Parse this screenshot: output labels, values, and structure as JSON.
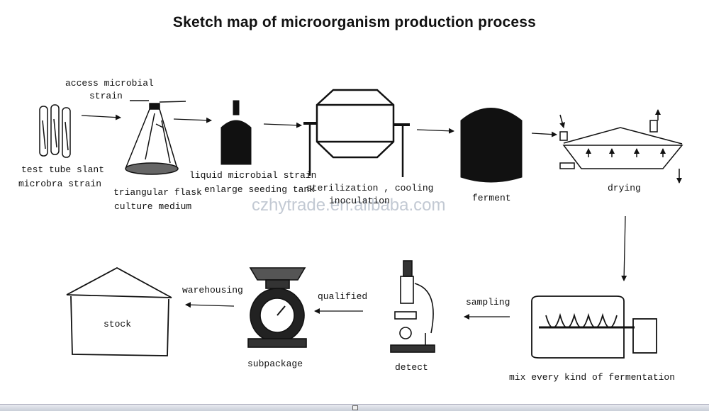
{
  "title": "Sketch map of microorganism production process",
  "watermark": "czhytrade.en.alibaba.com",
  "labels": {
    "access_line1": "access microbial",
    "access_line2": "strain",
    "test_tube_line1": "test tube slant",
    "test_tube_line2": "microbra strain",
    "flask_line1": "triangular flask",
    "flask_line2": "culture medium",
    "tank_line1": "liquid microbial strain",
    "tank_line2": "enlarge seeding tank",
    "steril_line1": "sterilization , cooling",
    "steril_line2": "inoculation",
    "ferment": "ferment",
    "drying": "drying",
    "warehousing": "warehousing",
    "qualified": "qualified",
    "sampling": "sampling",
    "stock": "stock",
    "subpackage": "subpackage",
    "detect": "detect",
    "mix": "mix every kind of fermentation"
  }
}
